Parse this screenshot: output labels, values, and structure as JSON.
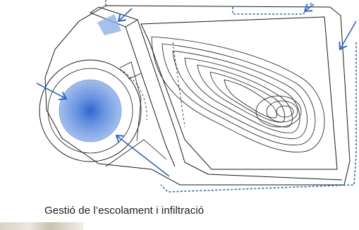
{
  "caption": "Gestió de l’escolament i infiltració",
  "colors": {
    "line": "#1a1a1a",
    "accent_blue": "#2f6fd6",
    "fill_blue": "#6f9ee8",
    "dashed_blue": "#2c66cf"
  },
  "icons": [
    "arrow-icon",
    "dashed-runoff-path",
    "infiltration-circle"
  ]
}
